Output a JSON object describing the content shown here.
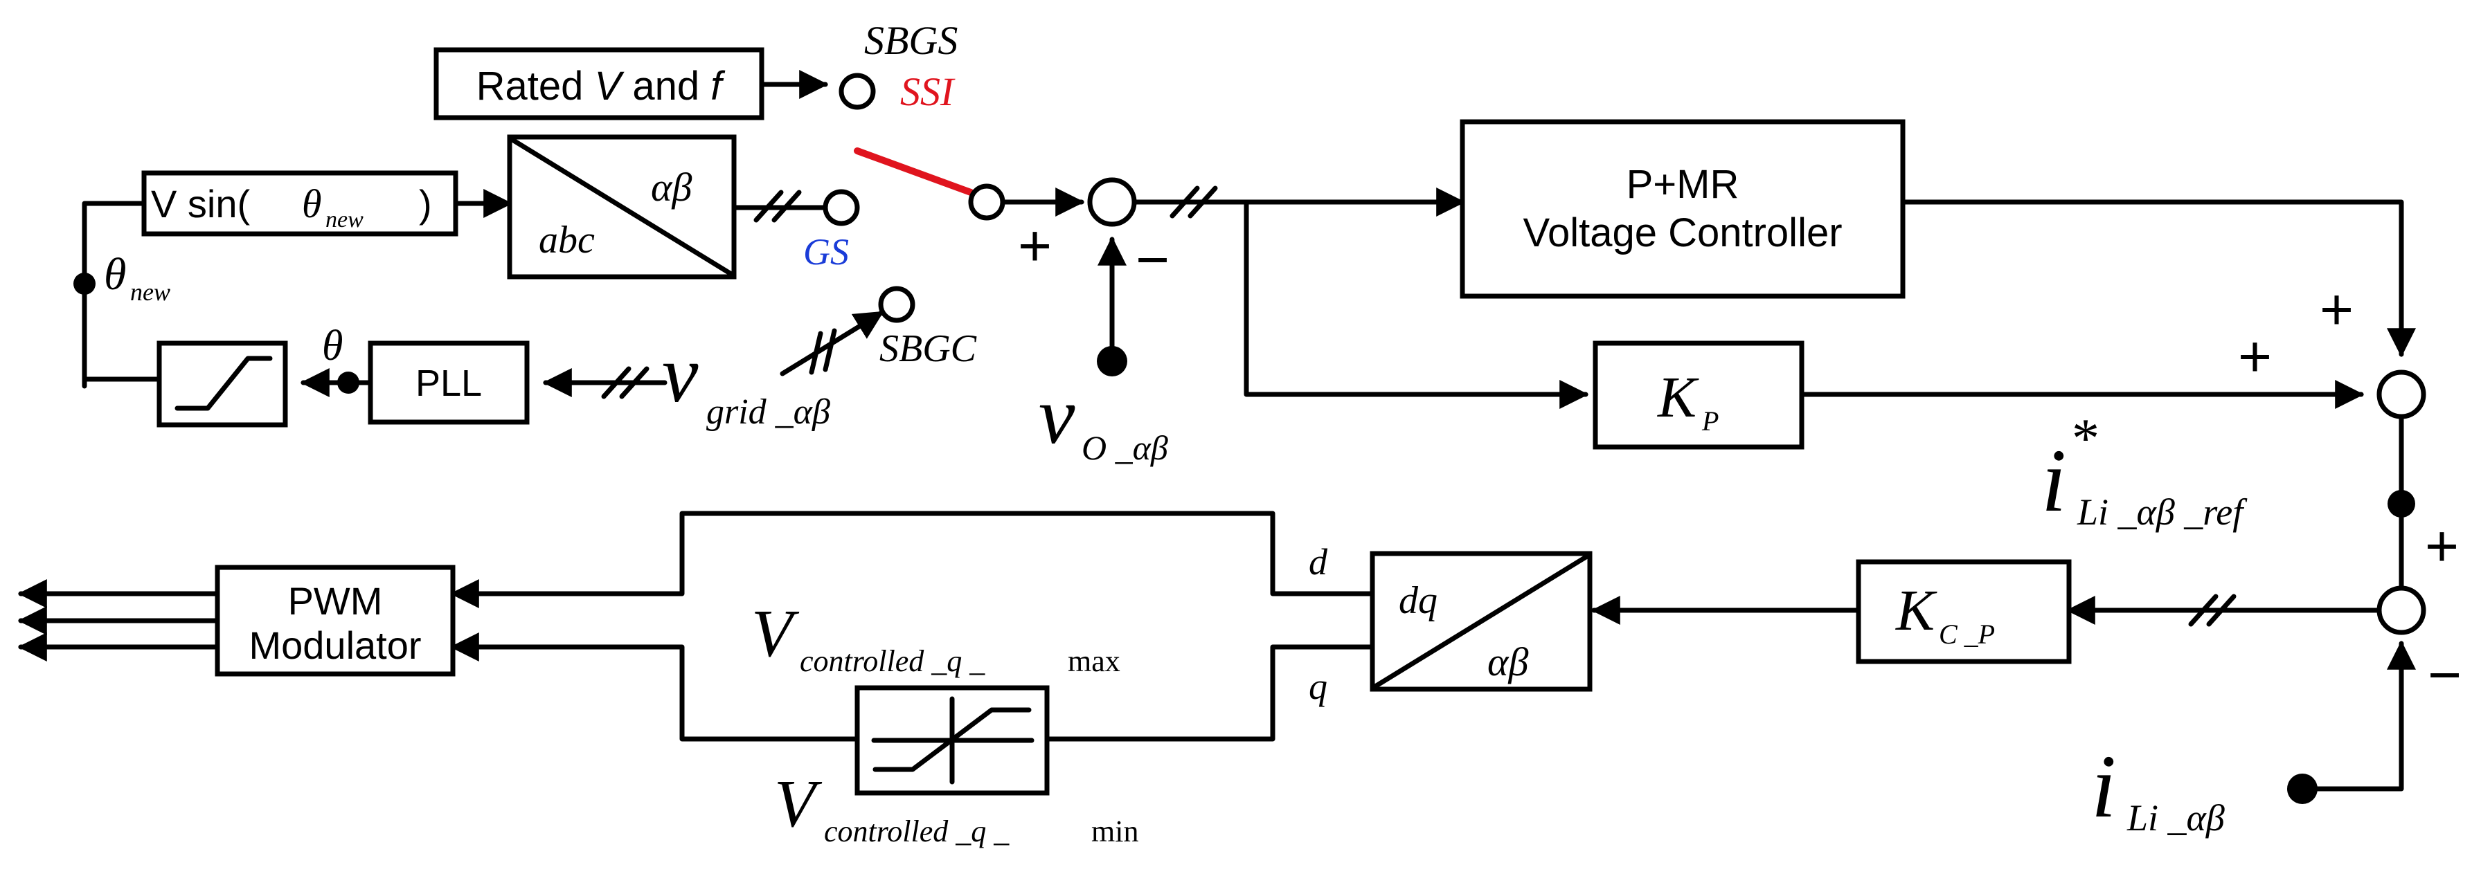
{
  "colors": {
    "ink": "#000000",
    "ssi": "#e0141e",
    "gs": "#1a3cd8",
    "background": "#ffffff"
  },
  "blocks": {
    "rated": {
      "pre": "Rated ",
      "v": "V",
      "mid": " and ",
      "f": "f"
    },
    "vsin": {
      "text": "V sin(",
      "theta": "θ",
      "sub": "new",
      "close": ")"
    },
    "abc_ab": {
      "from": "abc",
      "to": "αβ"
    },
    "limiter": {
      "icon": "ramp-limiter-icon"
    },
    "pll": {
      "label": "PLL"
    },
    "pmr": {
      "line1": "P+MR",
      "line2": "Voltage Controller"
    },
    "kp": {
      "main": "K",
      "sub": "P"
    },
    "kcp": {
      "main": "K",
      "sub": "C _P"
    },
    "dq_ab": {
      "from": "dq",
      "to": "αβ"
    },
    "sat": {
      "icon": "saturation-icon"
    },
    "pwm": {
      "line1": "PWM",
      "line2": "Modulator"
    }
  },
  "labels": {
    "sbgs": "SBGS",
    "ssi": "SSI",
    "gs": "GS",
    "sbgc": "SBGC",
    "theta_new": {
      "sym": "θ",
      "sub": "new"
    },
    "theta": "θ",
    "v_grid": {
      "main": "v",
      "sub": "grid _αβ"
    },
    "v_o": {
      "main": "v",
      "sub": "O _αβ"
    },
    "i_ref": {
      "main": "i",
      "sup": "*",
      "sub": "Li _αβ _ref"
    },
    "i_li": {
      "main": "i",
      "sub": "Li _αβ"
    },
    "vmax": {
      "main": "V",
      "sub": "controlled _q _",
      "tail": "max"
    },
    "vmin": {
      "main": "V",
      "sub": "controlled _q _",
      "tail": "min"
    },
    "d": "d",
    "q": "q",
    "sum1_plus": "+",
    "sum1_minus": "−",
    "sum2_plus_top": "+",
    "sum2_plus_left": "+",
    "sum3_plus": "+",
    "sum3_minus": "−"
  }
}
